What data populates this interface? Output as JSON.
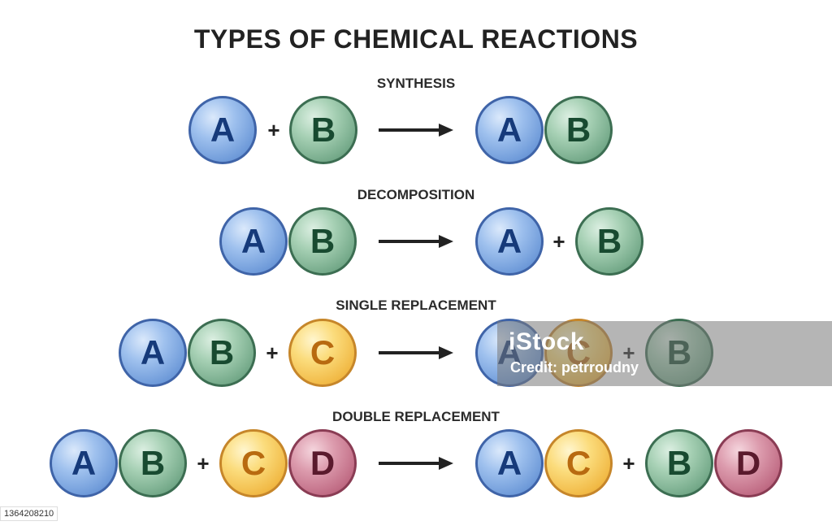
{
  "title": "TYPES OF CHEMICAL REACTIONS",
  "plus_sign": "+",
  "colors": {
    "A": "#6e9ad9",
    "B": "#74a989",
    "C": "#f1b945",
    "D": "#c06b84",
    "arrow": "#222222"
  },
  "reactions": [
    {
      "name": "SYNTHESIS",
      "reactants": [
        "A",
        "B"
      ],
      "products": [
        "A",
        "B"
      ]
    },
    {
      "name": "DECOMPOSITION",
      "reactants": [
        "A",
        "B"
      ],
      "products": [
        "A",
        "B"
      ]
    },
    {
      "name": "SINGLE REPLACEMENT",
      "reactants": [
        "A",
        "B",
        "C"
      ],
      "products": [
        "A",
        "C",
        "B"
      ]
    },
    {
      "name": "DOUBLE REPLACEMENT",
      "reactants": [
        "A",
        "B",
        "C",
        "D"
      ],
      "products": [
        "A",
        "C",
        "B",
        "D"
      ]
    }
  ],
  "watermark": {
    "logo": "iStock",
    "credit": "Credit: petrroudny"
  },
  "image_id": "1364208210"
}
